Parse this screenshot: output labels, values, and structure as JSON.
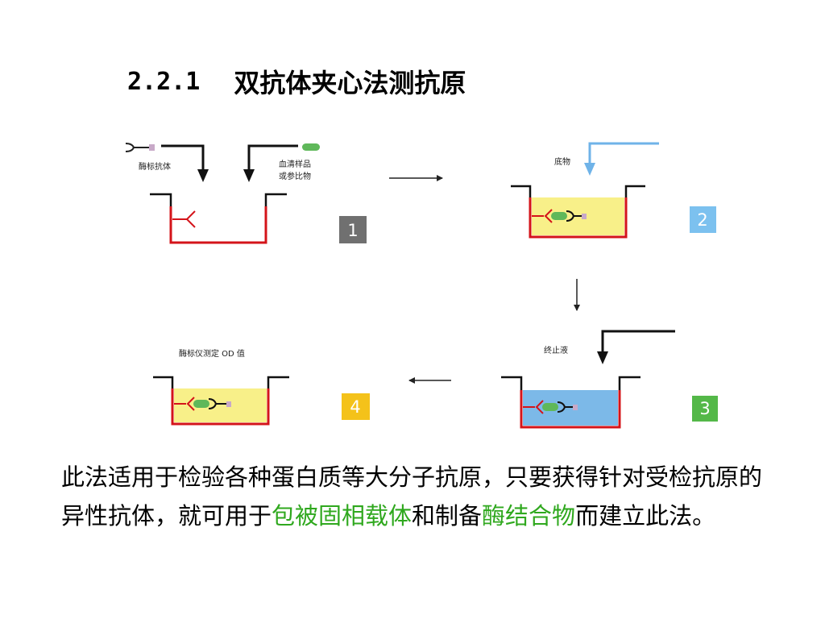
{
  "slide": {
    "title_number": "2.2.1",
    "title_text": "双抗体夹心法测抗原"
  },
  "diagram": {
    "label_enzyme_antibody": "酶标抗体",
    "label_sample_line1": "血清样品",
    "label_sample_line2": "或参比物",
    "label_substrate": "底物",
    "label_stop_solution": "终止液",
    "label_reader": "酶标仪测定 OD 值",
    "steps": [
      "1",
      "2",
      "3",
      "4"
    ],
    "colors": {
      "well_red": "#d4141a",
      "substrate_yellow": "#f8f089",
      "stop_blue": "#7cb9e8",
      "substrate_arrow": "#6fb3e8",
      "antigen_green": "#5fb85a",
      "step1_box": "#707070",
      "step2_box": "#7cc1ef",
      "step3_box": "#54b848",
      "step4_box": "#f4c21a"
    }
  },
  "body": {
    "part1": "此法适用于检验各种蛋白质等大分子抗原，只要获得针对受检抗原的异性抗体，就可用于",
    "highlight1": "包被固相载体",
    "part2": "和制备",
    "highlight2": "酶结合物",
    "part3": "而建立此法。"
  }
}
